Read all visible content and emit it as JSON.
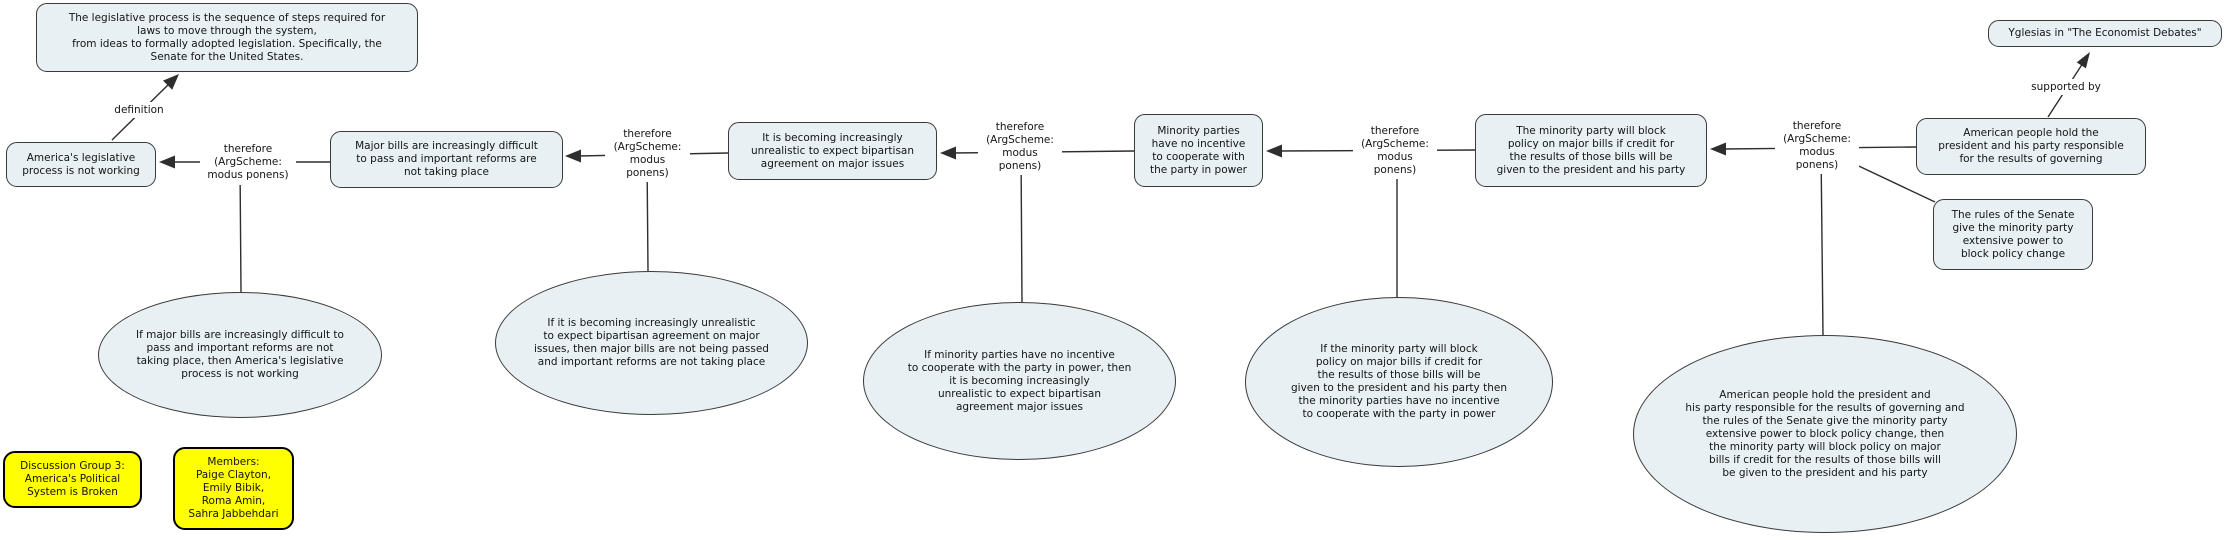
{
  "colors": {
    "node-fill": "#e8f0f4",
    "note-fill": "#ffff00",
    "border": "#3a3a3a",
    "line": "#2e2e2e",
    "text": "#141414"
  },
  "concepts": {
    "legislative_process_definition": "The legislative process is the sequence of steps required for\nlaws to move through the system,\nfrom ideas to formally adopted legislation. Specifically, the\nSenate for the United States.",
    "america_not_working": "America's legislative\nprocess is not working",
    "major_bills": "Major bills are increasingly difficult\nto pass and important reforms are\nnot taking place",
    "bipartisan_agreement": "It is becoming increasingly\nunrealistic to expect bipartisan\nagreement on major issues",
    "minority_parties": "Minority parties\nhave no incentive\nto cooperate with\nthe party in power",
    "minority_block_policy": "The minority party will block\npolicy on major bills if credit for\nthe results of those bills will be\ngiven to the president and his party",
    "american_people": "American people hold the\npresident and his party responsible\nfor the results of governing",
    "rules_of_senate": "The rules of the Senate\ngive the minority party\nextensive power to\nblock policy change",
    "yglesias_source": "Yglesias in \"The Economist Debates\""
  },
  "warrants": {
    "w1": "If major bills are increasingly difficult to\npass and important reforms are not\ntaking place, then America's legislative\nprocess is not working",
    "w2": "If it is becoming increasingly unrealistic\nto expect bipartisan agreement on major\nissues, then major bills are not being passed\nand important reforms are not taking place",
    "w3": "If minority parties have no incentive\nto cooperate with the party in power, then\nit is becoming increasingly\nunrealistic to expect bipartisan\nagreement major issues",
    "w4": "If the minority party will block\npolicy on major bills if credit for\nthe results of those bills will be\ngiven to the president and his party then\nthe minority parties have no incentive\nto cooperate with the party in power",
    "w5": "American people hold the president and\nhis party responsible for the results of governing and\nthe rules of the Senate give the minority party\nextensive power to block policy change, then\nthe minority party will block policy on major\nbills if credit for the results of those bills will\nbe given to the president and his party"
  },
  "link_labels": {
    "definition": "definition",
    "therefore_1": "therefore\n(ArgScheme:\nmodus ponens)",
    "therefore_2": "therefore\n(ArgScheme:\nmodus\nponens)",
    "therefore_3": "therefore\n(ArgScheme:\nmodus\nponens)",
    "therefore_4": "therefore\n(ArgScheme:\nmodus\nponens)",
    "therefore_5": "therefore\n(ArgScheme:\nmodus\nponens)",
    "supported_by": "supported by"
  },
  "notes": {
    "discussion_group": "Discussion Group 3:\nAmerica's Political\nSystem is Broken",
    "members": "Members:\nPaige Clayton,\nEmily Bibik,\nRoma Amin,\nSahra Jabbehdari"
  }
}
